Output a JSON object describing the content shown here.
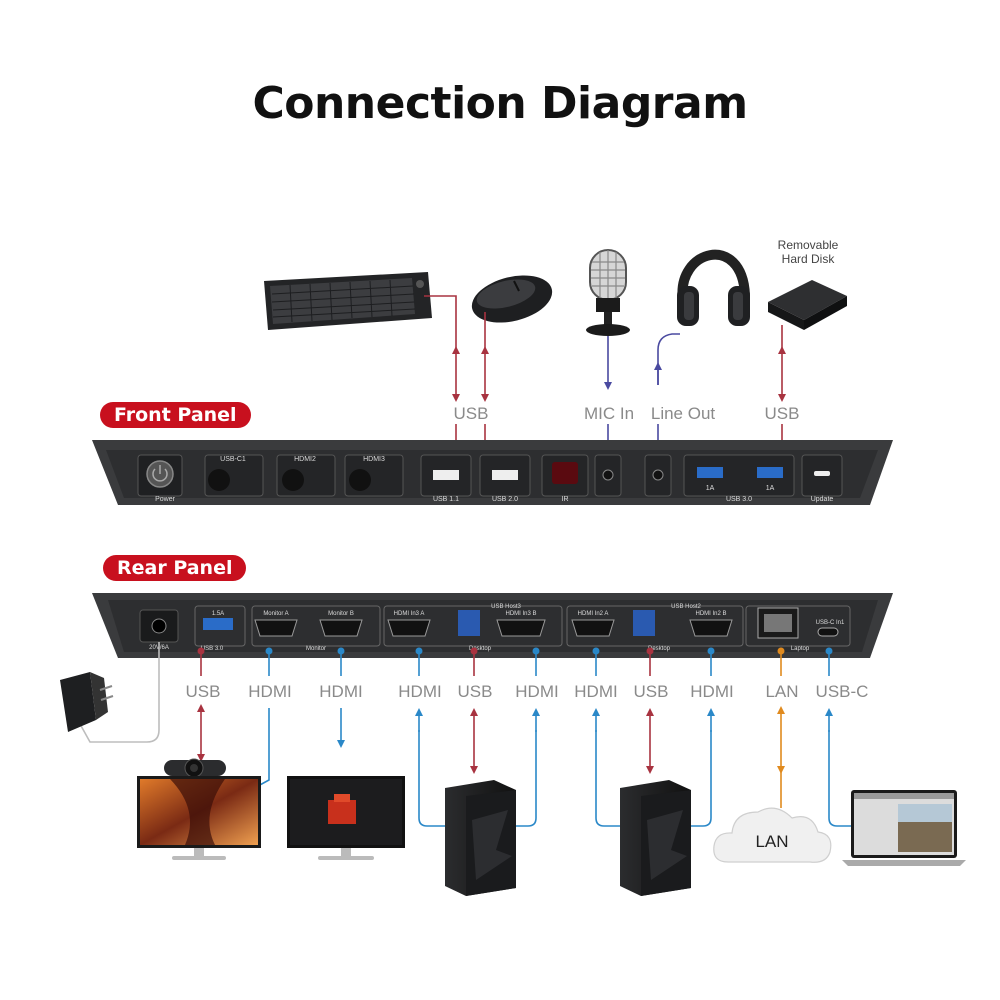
{
  "title": "Connection Diagram",
  "front_panel": {
    "tag": "Front Panel",
    "ports": {
      "power": "Power",
      "usbc1": "USB-C1",
      "hdmi2": "HDMI2",
      "hdmi3": "HDMI3",
      "usb11": "USB 1.1",
      "usb20": "USB 2.0",
      "ir": "IR",
      "usb30": "USB 3.0",
      "amp1": "1A",
      "amp2": "1A",
      "update": "Update"
    },
    "connection_labels": {
      "usb_left": "USB",
      "mic_in": "MIC In",
      "line_out": "Line Out",
      "usb_right": "USB"
    },
    "device_captions": {
      "removable_hard_disk": "Removable\nHard Disk"
    }
  },
  "rear_panel": {
    "tag": "Rear Panel",
    "ports": {
      "power_in": "20V/6A",
      "usb30_amp": "1.5A",
      "usb30": "USB 3.0",
      "monitor_a": "Monitor A",
      "monitor_b": "Monitor B",
      "monitor": "Monitor",
      "hdmi_in3a": "HDMI In3 A",
      "usb_host3": "USB Host3",
      "hdmi_in3b": "HDMI In3 B",
      "desktop3": "Desktop",
      "hdmi_in2a": "HDMI In2 A",
      "usb_host2": "USB Host2",
      "hdmi_in2b": "HDMI In2 B",
      "desktop2": "Desktop",
      "laptop": "Laptop",
      "usbc_in1": "USB-C In1"
    },
    "connection_labels": {
      "usb_cam": "USB",
      "hdmi_mon_a": "HDMI",
      "hdmi_mon_b": "HDMI",
      "pc1_hdmi_a": "HDMI",
      "pc1_usb": "USB",
      "pc1_hdmi_b": "HDMI",
      "pc2_hdmi_a": "HDMI",
      "pc2_usb": "USB",
      "pc2_hdmi_b": "HDMI",
      "lan": "LAN",
      "usbc": "USB-C"
    },
    "cloud_label": "LAN"
  },
  "colors": {
    "usb_line": "#a83340",
    "audio_line": "#4a4aa0",
    "hdmi_line": "#2a88c8",
    "lan_line": "#e08a1e",
    "panel_tag": "#c8101e",
    "panel_body": "#3a3b3d"
  }
}
